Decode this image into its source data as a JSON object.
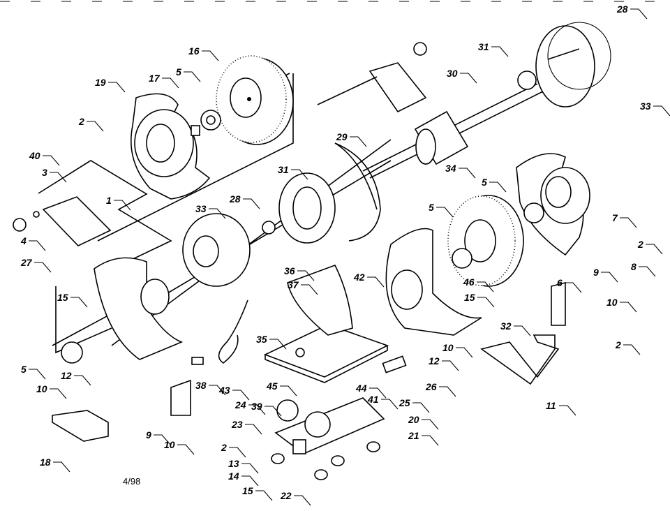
{
  "diagram": {
    "type": "exploded parts view",
    "part_labels": [
      "1",
      "2",
      "3",
      "4",
      "5",
      "16",
      "17",
      "19",
      "40",
      "31",
      "28",
      "33",
      "29",
      "30",
      "31",
      "28",
      "33",
      "34",
      "5",
      "5",
      "7",
      "2",
      "8",
      "9",
      "10",
      "2",
      "6",
      "46",
      "15",
      "32",
      "42",
      "36",
      "37",
      "35",
      "27",
      "15",
      "5",
      "12",
      "10",
      "18",
      "9",
      "10",
      "2",
      "38",
      "43",
      "24",
      "45",
      "39",
      "23",
      "13",
      "14",
      "15",
      "22",
      "44",
      "41",
      "25",
      "20",
      "21",
      "26",
      "10",
      "12",
      "11"
    ],
    "date_code": "4/98"
  }
}
